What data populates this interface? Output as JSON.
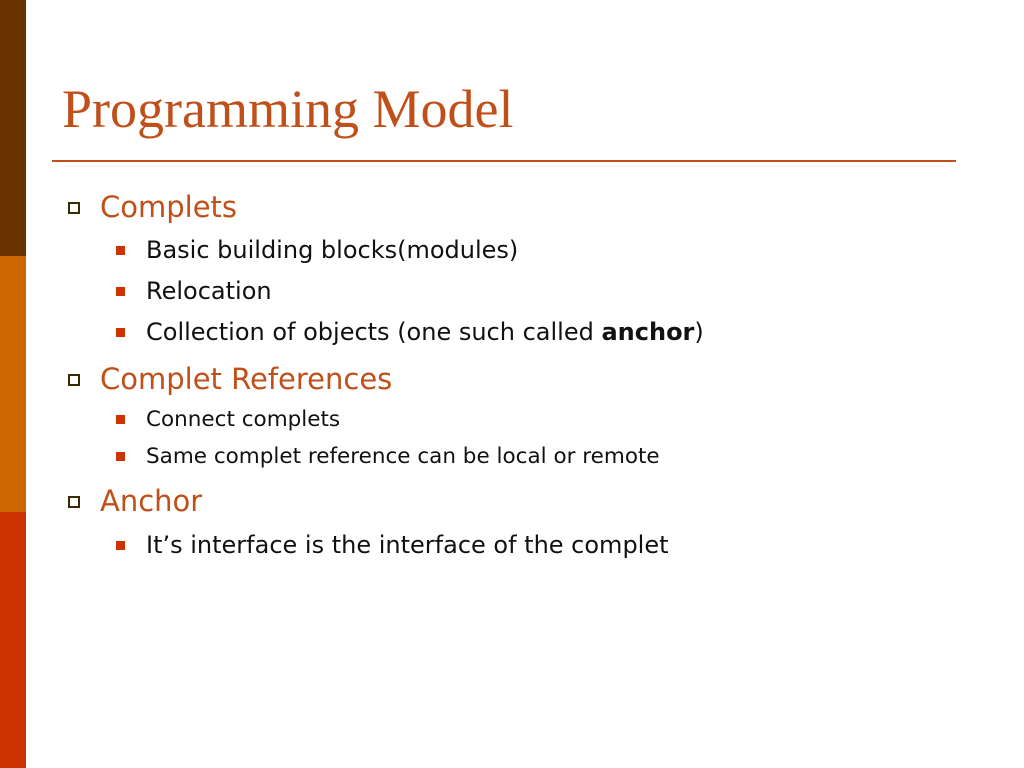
{
  "slide": {
    "title": "Programming Model",
    "colors": {
      "accent": "#c0501a",
      "sidebar_top": "#6b3300",
      "sidebar_middle": "#cc6600",
      "sidebar_bottom": "#cc3300",
      "sub_bullet": "#cc3300"
    },
    "sections": [
      {
        "heading": "Complets",
        "items": [
          {
            "text": "Basic building blocks(modules)"
          },
          {
            "text": "Relocation"
          },
          {
            "prefix": "Collection of objects (one such called ",
            "bold": "anchor",
            "suffix": ")"
          }
        ]
      },
      {
        "heading": "Complet References",
        "items": [
          {
            "text": "Connect complets"
          },
          {
            "text": "Same complet reference can be local or remote"
          }
        ]
      },
      {
        "heading": "Anchor",
        "items": [
          {
            "text": "It’s interface is the interface of the complet"
          }
        ]
      }
    ]
  }
}
